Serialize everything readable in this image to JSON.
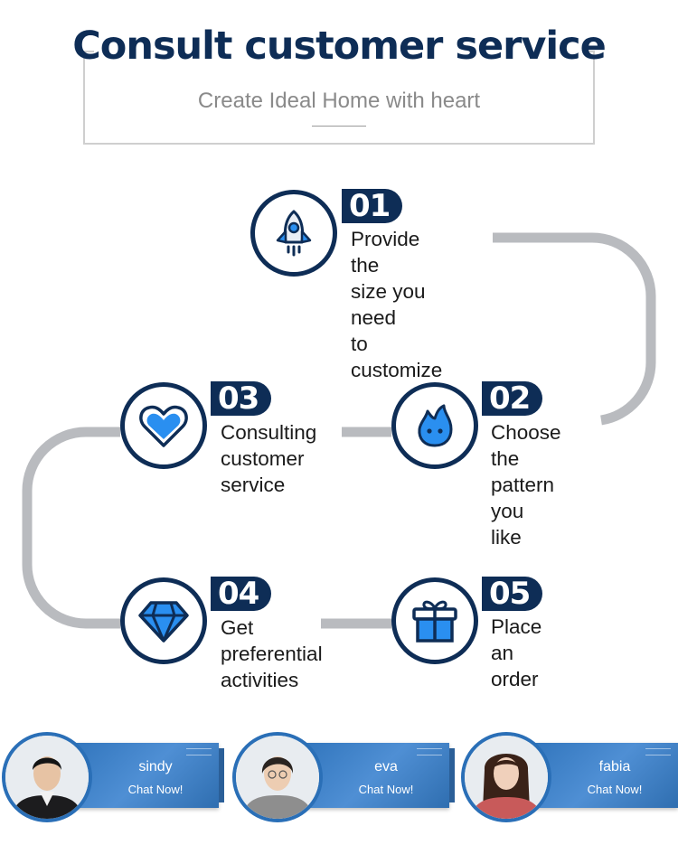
{
  "header": {
    "title": "Consult customer service",
    "subtitle": "Create Ideal Home with heart"
  },
  "steps": [
    {
      "number": "01",
      "text": "Provide the\nsize you need\nto customize",
      "icon": "rocket-icon"
    },
    {
      "number": "02",
      "text": "Choose the\npattern you\nlike",
      "icon": "flame-icon"
    },
    {
      "number": "03",
      "text": "Consulting\ncustomer\nservice",
      "icon": "heart-icon"
    },
    {
      "number": "04",
      "text": "Get\npreferential\nactivities",
      "icon": "diamond-icon"
    },
    {
      "number": "05",
      "text": "Place an order",
      "icon": "gift-icon"
    }
  ],
  "agents": [
    {
      "name": "sindy",
      "action": "Chat Now!"
    },
    {
      "name": "eva",
      "action": "Chat Now!"
    },
    {
      "name": "fabia",
      "action": "Chat Now!"
    }
  ],
  "colors": {
    "navy": "#0e2d56",
    "accent": "#2a8ff0",
    "connector": "#b9bbbf",
    "card": "#2a6fb7"
  }
}
